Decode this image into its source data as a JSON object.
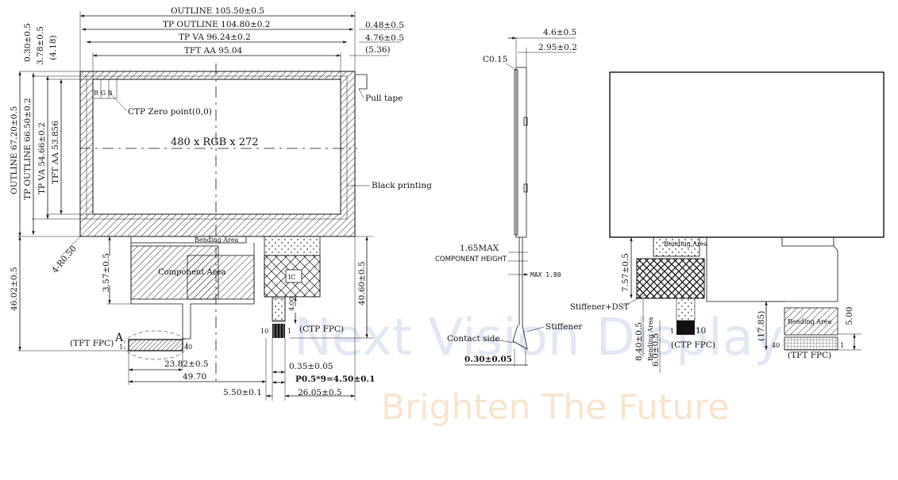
{
  "watermark": {
    "brand": "Next Vision Display",
    "tagline": "Brighten The Future"
  },
  "front_view": {
    "outline_width": "OUTLINE 105.50±0.5",
    "tp_outline_width": "TP OUTLINE 104.80±0.2",
    "tp_va_width": "TP VA 96.24±0.2",
    "tft_aa_width": "TFT AA 95.04",
    "right_gap_1": "0.48±0.5",
    "right_gap_2": "4.76±0.5",
    "right_gap_3": "(5.36)",
    "top_gap_1": "0.30±0.5",
    "top_gap_2": "3.78±0.5",
    "top_gap_3": "(4.18)",
    "outline_height": "OUTLINE 67.20±0.5",
    "tp_outline_height": "TP OUTLINE 66.50±0.2",
    "tp_va_height": "TP VA 54.66±0.2",
    "tft_aa_height": "TFT AA 53.856",
    "rgb_label": "R G B",
    "ctp_zero": "CTP Zero point(0,0)",
    "resolution": "480 x RGB x 272",
    "pull_tape": "Pull tape",
    "black_printing": "Black printing",
    "corner_radius": "4-R0.50",
    "bending_area": "Bending Area",
    "component_area": "Component Area",
    "ic_label": "IC",
    "fpc_height": "46.02±0.5",
    "fpc_offset": "3.57±0.5",
    "ctp_fpc_height": "40.60±0.5",
    "ctp_gold_len": "4.00",
    "tft_fpc": "(TFT FPC)",
    "tft_pin_first": "1",
    "tft_pin_last": "40",
    "ctp_fpc": "(CTP FPC)",
    "ctp_pin_first": "1",
    "ctp_pin_last": "10",
    "detail_marker": "A",
    "tft_connector_width": "23.82±0.5",
    "tft_fpc_offset": "49.70",
    "ctp_pin_width": "0.35±0.05",
    "ctp_pitch": "P0.5*9=4.50±0.1",
    "ctp_fpc_width": "5.50±0.1",
    "ctp_fpc_offset": "26.05±0.5"
  },
  "side_view": {
    "total_thickness": "4.6±0.5",
    "module_thickness": "2.95±0.2",
    "chamfer": "C0.15",
    "component_height_value": "1.65MAX",
    "component_height_label": "COMPONENT HEIGHT",
    "max_thickness": "MAX 1.80",
    "stiffener": "Stiffener",
    "contact_side": "Contact side",
    "fpc_thickness": "0.30±0.05"
  },
  "back_view": {
    "bending_area_1": "Bending Area",
    "bending_area_2": "Bending Area",
    "bending_area_3": "Bending Area",
    "bend_length": "7.57±0.5",
    "stiffener_dst": "Stiffener+DST",
    "ctp_bend_length": "8.40±0.5",
    "ctp_stiffener_length": "6.0±0.5",
    "ctp_fpc": "(CTP FPC)",
    "ctp_pin_first": "1",
    "ctp_pin_last": "10",
    "tft_fpc": "(TFT FPC)",
    "tft_pin_first": "1",
    "tft_pin_last": "40",
    "tft_bend_height": "(17.85)",
    "tft_stiffener_height": "5.00"
  }
}
